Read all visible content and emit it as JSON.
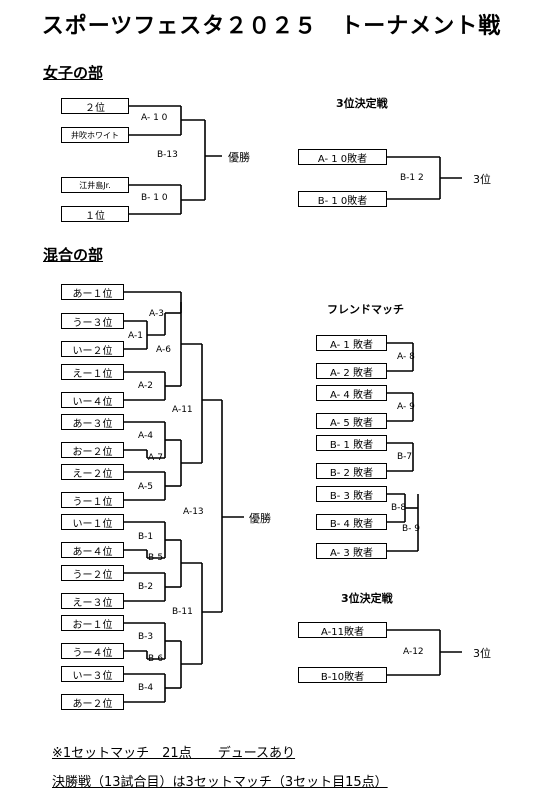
{
  "title": "スポーツフェスタ２０２５　トーナメント戦",
  "women": {
    "heading": "女子の部",
    "teams": [
      "２位",
      "井吹ホワイト",
      "江井島Jr.",
      "１位"
    ],
    "matches": {
      "a10": "A- 1 0",
      "b13": "B-13",
      "b10": "B- 1 0"
    },
    "winner": "優勝"
  },
  "third_women": {
    "heading": "3位決定戦",
    "teams": [
      "A- 1 0敗者",
      "B- 1 0敗者"
    ],
    "match": "B-1 2",
    "result": "3位"
  },
  "mixed": {
    "heading": "混合の部",
    "teams": [
      "あー１位",
      "うー３位",
      "いー２位",
      "えー１位",
      "いー４位",
      "あー３位",
      "おー２位",
      "えー２位",
      "うー１位",
      "いー１位",
      "あー４位",
      "うー２位",
      "えー３位",
      "おー１位",
      "うー４位",
      "いー３位",
      "あー２位"
    ],
    "matches": {
      "a3": "A-3",
      "a1": "A-1",
      "a6": "A-6",
      "a2": "A-2",
      "a11": "A-11",
      "a4": "A-4",
      "a7": "A-7",
      "a5": "A-5",
      "a13": "A-13",
      "b1": "B-1",
      "b5": "B-5",
      "b2": "B-2",
      "b11": "B-11",
      "b3": "B-3",
      "b6": "B-6",
      "b4": "B-4"
    },
    "winner": "優勝"
  },
  "friendly": {
    "heading": "フレンドマッチ",
    "teams": [
      "A- 1 敗者",
      "A- 2 敗者",
      "A- 4 敗者",
      "A- 5 敗者",
      "B- 1 敗者",
      "B- 2 敗者",
      "B- 3 敗者",
      "B- 4 敗者",
      "A- 3 敗者"
    ],
    "matches": {
      "a8": "A- 8",
      "a9": "A- 9",
      "b7": "B-7",
      "b8": "B-8",
      "b9": "B- 9"
    }
  },
  "third_mixed": {
    "heading": "3位決定戦",
    "teams": [
      "A-11敗者",
      "B-10敗者"
    ],
    "match": "A-12",
    "result": "3位"
  },
  "notes": {
    "line1": "※1セットマッチ　21点　　デュースあり",
    "line2": "決勝戦（13試合目）は3セットマッチ（3セット目15点）"
  }
}
